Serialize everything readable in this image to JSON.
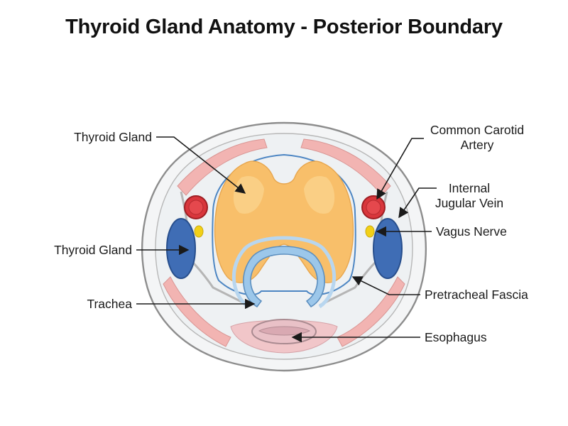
{
  "title": "Thyroid Gland Anatomy - Posterior Boundary",
  "labels": {
    "thyroid_gland_upper": "Thyroid Gland",
    "thyroid_gland_left": "Thyroid Gland",
    "trachea": "Trachea",
    "common_carotid_line1": "Common Carotid",
    "common_carotid_line2": "Artery",
    "internal_jugular_line1": "Internal",
    "internal_jugular_line2": "Jugular Vein",
    "vagus_nerve": "Vagus Nerve",
    "pretracheal_fascia": "Pretracheal Fascia",
    "esophagus": "Esophagus"
  },
  "colors": {
    "thyroid": "#f8bf6a",
    "thyroid_highlight": "#fbd592",
    "artery": "#d9363c",
    "vein": "#3f6db5",
    "nerve": "#f2d017",
    "trachea": "#9cc7ea",
    "muscle": "#f2b4b2",
    "esophagus": "#e9c1c7",
    "fascia": "#4d86c3",
    "outline": "#9a9a9a"
  }
}
